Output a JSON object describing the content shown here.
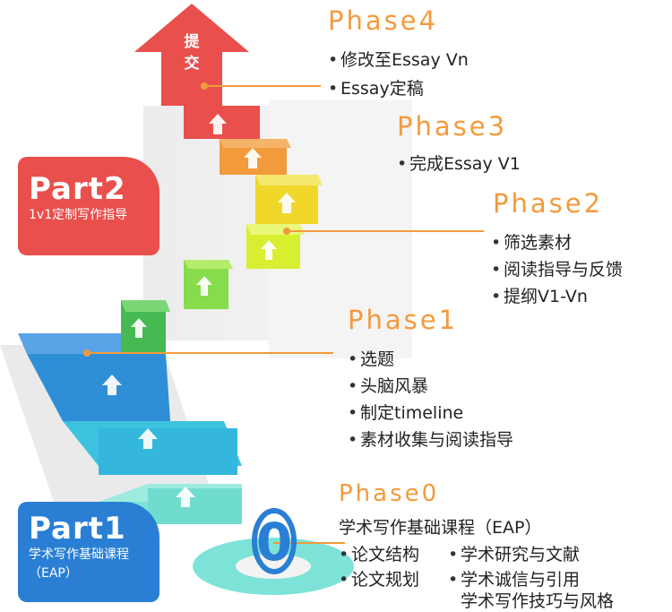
{
  "submit_arrow": {
    "text": "提交"
  },
  "part2": {
    "title": "Part2",
    "subtitle": "1v1定制写作指导"
  },
  "part1": {
    "title": "Part1",
    "subtitle_line1": "学术写作基础课程",
    "subtitle_line2": "（EAP）"
  },
  "phase4": {
    "title": "Phase4",
    "items": [
      "修改至Essay Vn",
      "Essay定稿"
    ]
  },
  "phase3": {
    "title": "Phase3",
    "items": [
      "完成Essay V1"
    ]
  },
  "phase2": {
    "title": "Phase2",
    "items": [
      "筛选素材",
      "阅读指导与反馈",
      "提纲V1-Vn"
    ]
  },
  "phase1": {
    "title": "Phase1",
    "items": [
      "选题",
      "头脑风暴",
      "制定timeline",
      "素材收集与阅读指导"
    ]
  },
  "phase0": {
    "title": "Phase0",
    "heading": "学术写作基础课程（EAP）",
    "items_left": [
      "论文结构",
      "论文规划"
    ],
    "items_right": [
      "学术研究与文献",
      "学术诚信与引用",
      "学术写作技巧与风格"
    ]
  },
  "zero_marker": "0",
  "bullet_char": "•",
  "colors": {
    "phase_title": "#f39a3c",
    "red": "#e94f4c",
    "blue": "#2a7fd4",
    "steps": [
      "#6fd8cf",
      "#35b8dc",
      "#2e8fd6",
      "#4cc25a",
      "#a6e23a",
      "#f0dc2c",
      "#f39a3c",
      "#e94f4c"
    ]
  }
}
